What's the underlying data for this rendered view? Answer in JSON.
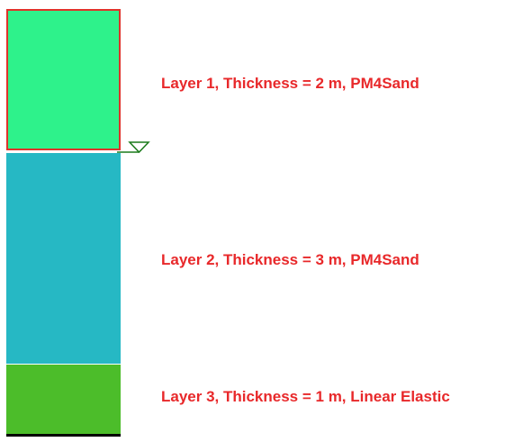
{
  "layers": [
    {
      "label": "Layer 1, Thickness = 2 m, PM4Sand",
      "thickness_m": 2,
      "material": "PM4Sand",
      "fill_color": "#2ef28b"
    },
    {
      "label": "Layer 2, Thickness = 3 m, PM4Sand",
      "thickness_m": 3,
      "material": "PM4Sand",
      "fill_color": "#26b8c4"
    },
    {
      "label": "Layer 3, Thickness = 1 m, Linear Elastic",
      "thickness_m": 1,
      "material": "Linear Elastic",
      "fill_color": "#4cbd2a"
    }
  ],
  "colors": {
    "label_text": "#e8282a",
    "layer_1_outline": "#e0322a",
    "water_table_marker": "#1a7a1a",
    "base": "#000000"
  },
  "water_table": {
    "icon": "water-table-triangle-icon",
    "at_depth_m": 2
  }
}
